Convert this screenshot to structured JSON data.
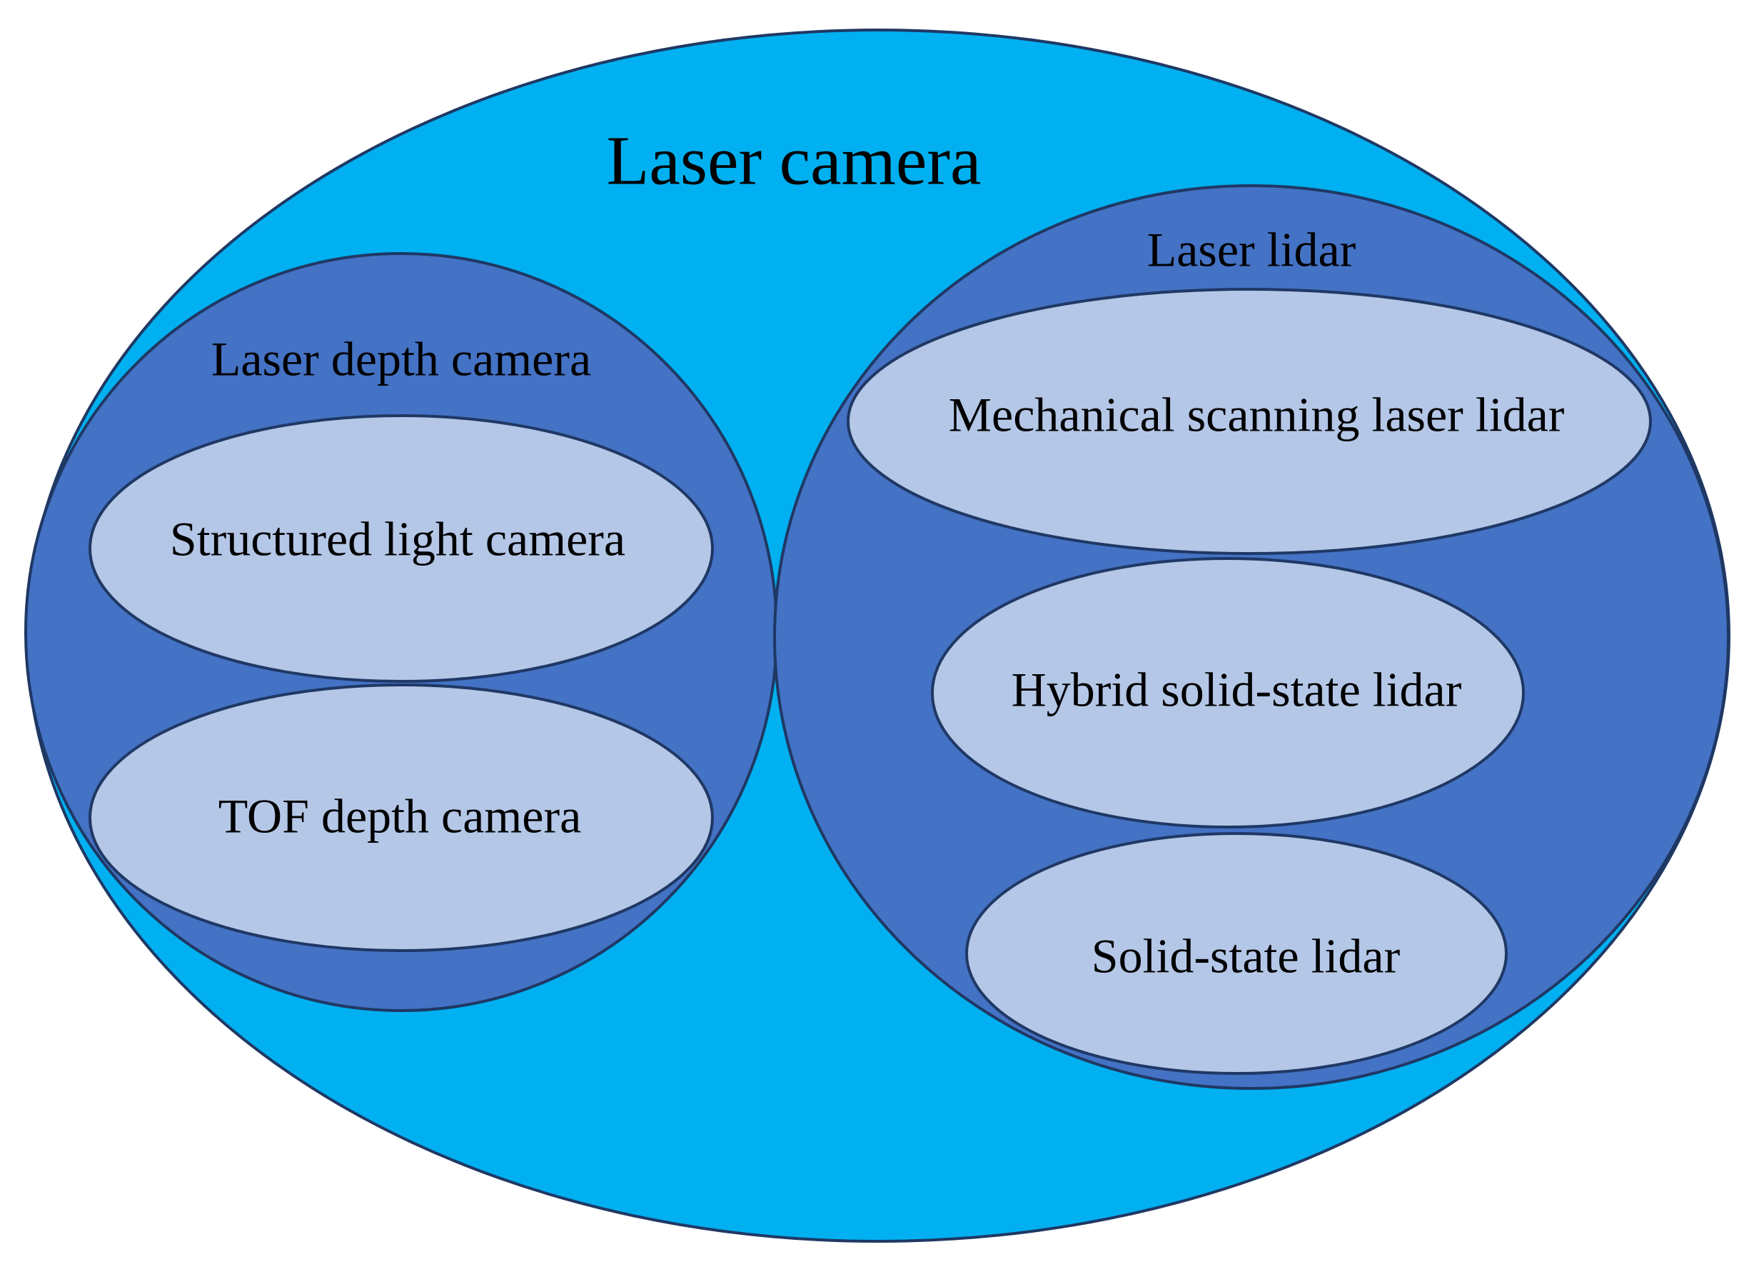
{
  "diagram": {
    "colors": {
      "outer_fill": "#00B0F0",
      "group_fill": "#4472C4",
      "item_fill": "#B4C7E7",
      "stroke": "#1F3864"
    },
    "root": {
      "label": "Laser camera"
    },
    "groups": [
      {
        "label": "Laser depth camera",
        "items": [
          {
            "label": "Structured light camera"
          },
          {
            "label": "TOF depth camera"
          }
        ]
      },
      {
        "label": "Laser lidar",
        "items": [
          {
            "label": "Mechanical scanning laser lidar"
          },
          {
            "label": "Hybrid solid-state lidar"
          },
          {
            "label": "Solid-state lidar"
          }
        ]
      }
    ]
  }
}
